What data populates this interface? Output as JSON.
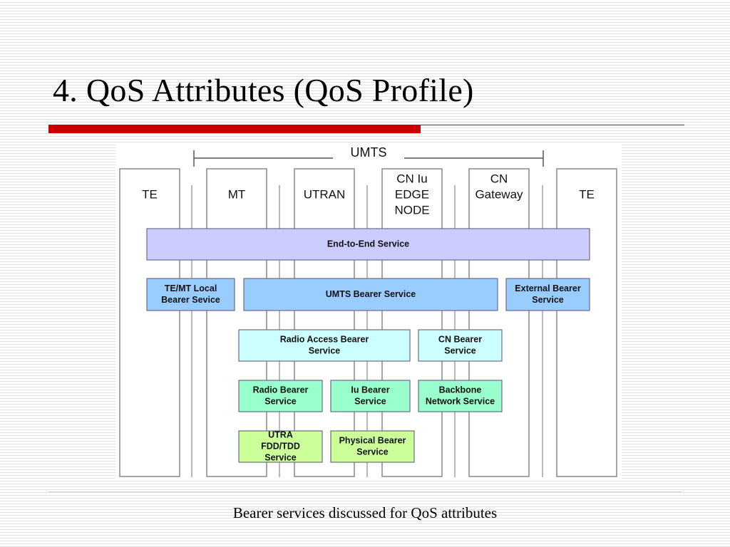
{
  "slide": {
    "title": "4. QoS Attributes (QoS Profile)",
    "caption": "Bearer services discussed for QoS attributes"
  },
  "diagram": {
    "umts_label": "UMTS",
    "columns": [
      {
        "id": "te-left",
        "label_lines": [
          "TE"
        ]
      },
      {
        "id": "mt",
        "label_lines": [
          "MT"
        ]
      },
      {
        "id": "utran",
        "label_lines": [
          "UTRAN"
        ]
      },
      {
        "id": "cn-iu-edge-node",
        "label_lines": [
          "CN Iu",
          "EDGE",
          "NODE"
        ]
      },
      {
        "id": "cn-gateway",
        "label_lines": [
          "CN",
          "Gateway"
        ]
      },
      {
        "id": "te-right",
        "label_lines": [
          "TE"
        ]
      }
    ],
    "services": [
      {
        "id": "end-to-end-service",
        "label_lines": [
          "End-to-End Service"
        ],
        "fill": "#ccccff"
      },
      {
        "id": "te-mt-local-bearer-service",
        "label_lines": [
          "TE/MT Local",
          "Bearer Sevice"
        ],
        "fill": "#99ccff"
      },
      {
        "id": "umts-bearer-service",
        "label_lines": [
          "UMTS Bearer Service"
        ],
        "fill": "#99ccff"
      },
      {
        "id": "external-bearer-service",
        "label_lines": [
          "External Bearer",
          "Service"
        ],
        "fill": "#99ccff"
      },
      {
        "id": "radio-access-bearer-service",
        "label_lines": [
          "Radio Access Bearer",
          "Service"
        ],
        "fill": "#ccffff"
      },
      {
        "id": "cn-bearer-service",
        "label_lines": [
          "CN Bearer",
          "Service"
        ],
        "fill": "#ccffff"
      },
      {
        "id": "radio-bearer-service",
        "label_lines": [
          "Radio Bearer",
          "Service"
        ],
        "fill": "#99ffcc"
      },
      {
        "id": "iu-bearer-service",
        "label_lines": [
          "Iu Bearer",
          "Service"
        ],
        "fill": "#99ffcc"
      },
      {
        "id": "backbone-network-service",
        "label_lines": [
          "Backbone",
          "Network Service"
        ],
        "fill": "#99ffcc"
      },
      {
        "id": "utra-fdd-tdd-service",
        "label_lines": [
          "UTRA",
          "FDD/TDD",
          "Service"
        ],
        "fill": "#ccff99"
      },
      {
        "id": "physical-bearer-service",
        "label_lines": [
          "Physical Bearer",
          "Service"
        ],
        "fill": "#ccff99"
      }
    ]
  }
}
